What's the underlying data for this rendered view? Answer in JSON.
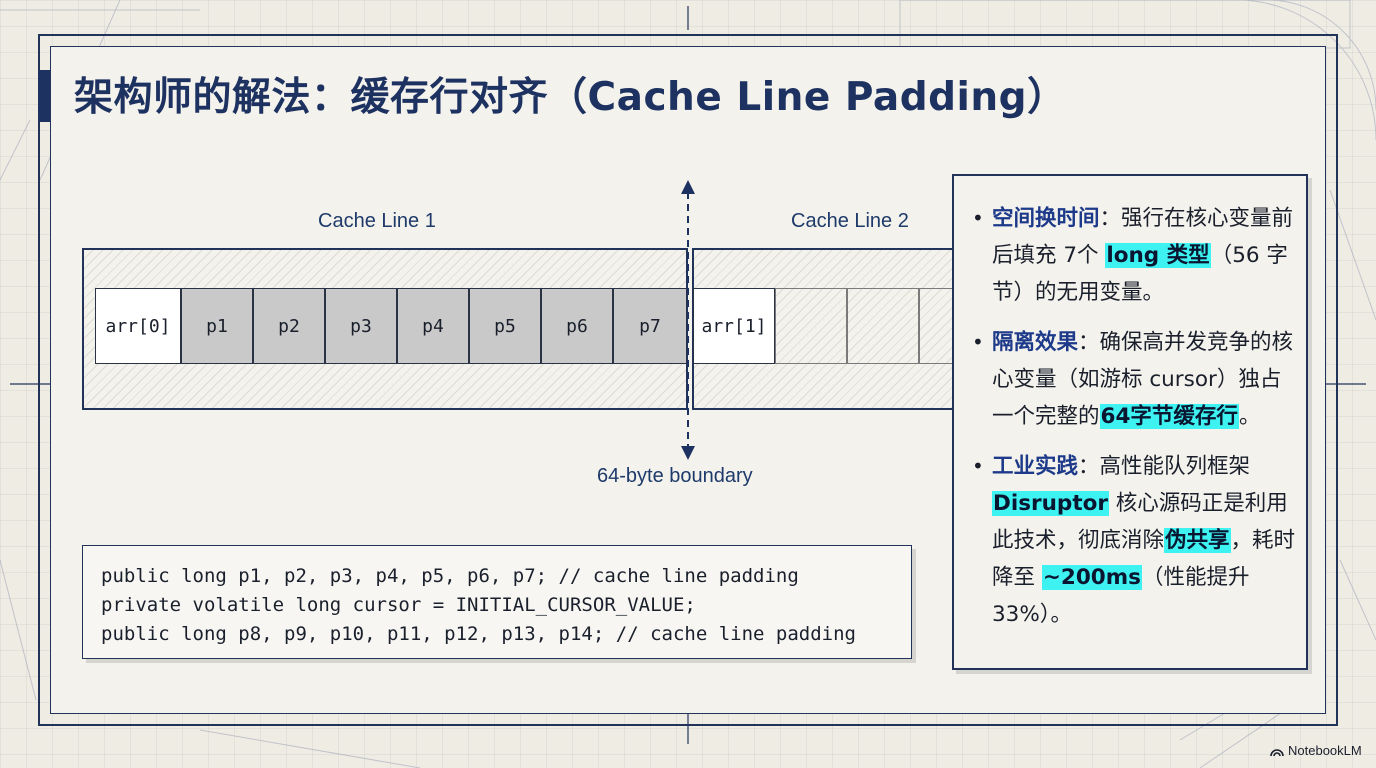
{
  "title": "架构师的解法：缓存行对齐（Cache Line Padding）",
  "diagram": {
    "cache_line_1_label": "Cache Line 1",
    "cache_line_2_label": "Cache Line 2",
    "cells_line_1": [
      "arr[0]",
      "p1",
      "p2",
      "p3",
      "p4",
      "p5",
      "p6",
      "p7"
    ],
    "cells_line_2": [
      "arr[1]"
    ],
    "boundary_label": "64-byte boundary"
  },
  "code": {
    "lines": [
      "public long p1, p2, p3, p4, p5, p6, p7; // cache line padding",
      "private volatile long cursor = INITIAL_CURSOR_VALUE;",
      "public long p8, p9, p10, p11, p12, p13, p14; // cache line padding"
    ]
  },
  "side_panel": {
    "items": [
      {
        "lead": "空间换时间",
        "parts": [
          "：强行在核心变量前后填充 7个 ",
          "long 类型",
          "（56 字节）的无用变量。"
        ]
      },
      {
        "lead": "隔离效果",
        "parts": [
          "：确保高并发竞争的核心变量（如游标 cursor）独占一个完整的",
          "64字节缓存行",
          "。"
        ]
      },
      {
        "lead": "工业实践",
        "parts": [
          "：高性能队列框架",
          "Disruptor",
          " 核心源码正是利用此技术，彻底消除",
          "伪共享",
          "，耗时降至 ",
          "~200ms",
          "（性能提升 33%）。"
        ]
      }
    ]
  },
  "brand": "NotebookLM",
  "colors": {
    "navy": "#1d3260",
    "highlight": "#3ef2f2",
    "pad_gray": "#c9c9c9"
  }
}
